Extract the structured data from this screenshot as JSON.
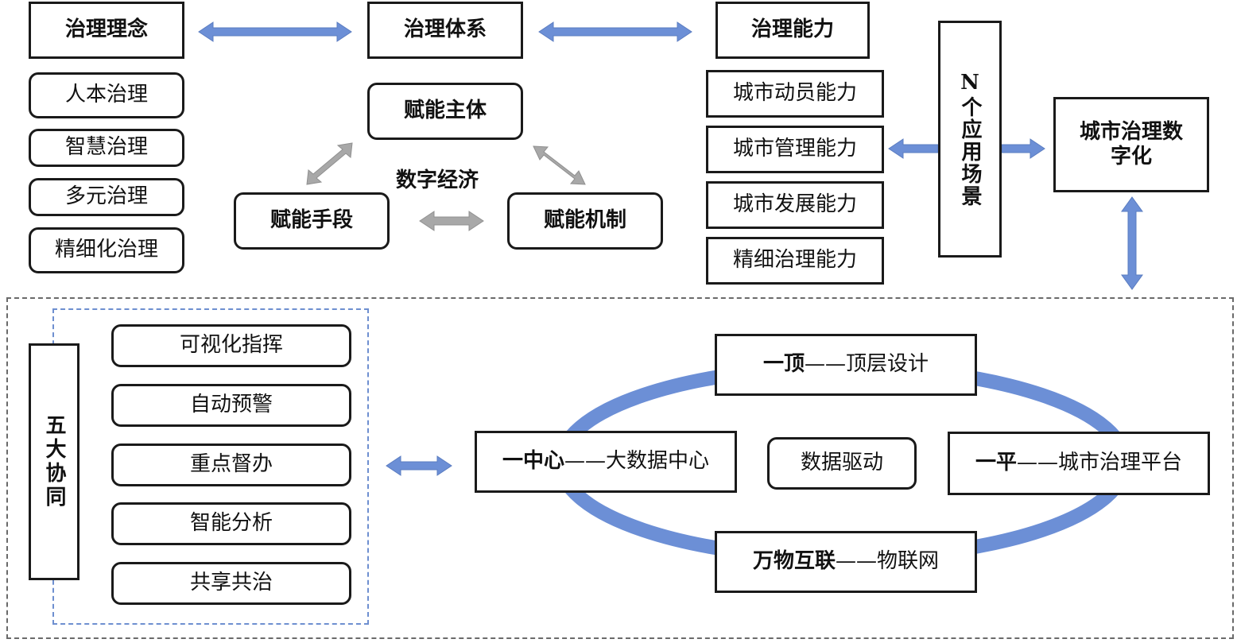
{
  "top": {
    "concept": "治理理念",
    "system": "治理体系",
    "capability": "治理能力"
  },
  "concepts": [
    "人本治理",
    "智慧治理",
    "多元治理",
    "精细化治理"
  ],
  "empower": {
    "subject": "赋能主体",
    "means": "赋能手段",
    "mechanism": "赋能机制",
    "center": "数字经济"
  },
  "capabilities": [
    "城市动员能力",
    "城市管理能力",
    "城市发展能力",
    "精细治理能力"
  ],
  "scenes": "N个应用场景",
  "digital": "城市治理数字化",
  "five": {
    "title": "五大协同",
    "items": [
      "可视化指挥",
      "自动预警",
      "重点督办",
      "智能分析",
      "共享共治"
    ]
  },
  "ring": {
    "top_bold": "一顶",
    "top_rest": "——顶层设计",
    "left_bold": "一中心",
    "left_rest": "——大数据中心",
    "center": "数据驱动",
    "right_bold": "一平",
    "right_rest": "——城市治理平台",
    "bottom_bold": "万物互联",
    "bottom_rest": "——物联网"
  },
  "colors": {
    "blue_arrow": "#6c8fd6",
    "gray_arrow": "#a8a8a8",
    "ring": "#6c8fd6"
  }
}
